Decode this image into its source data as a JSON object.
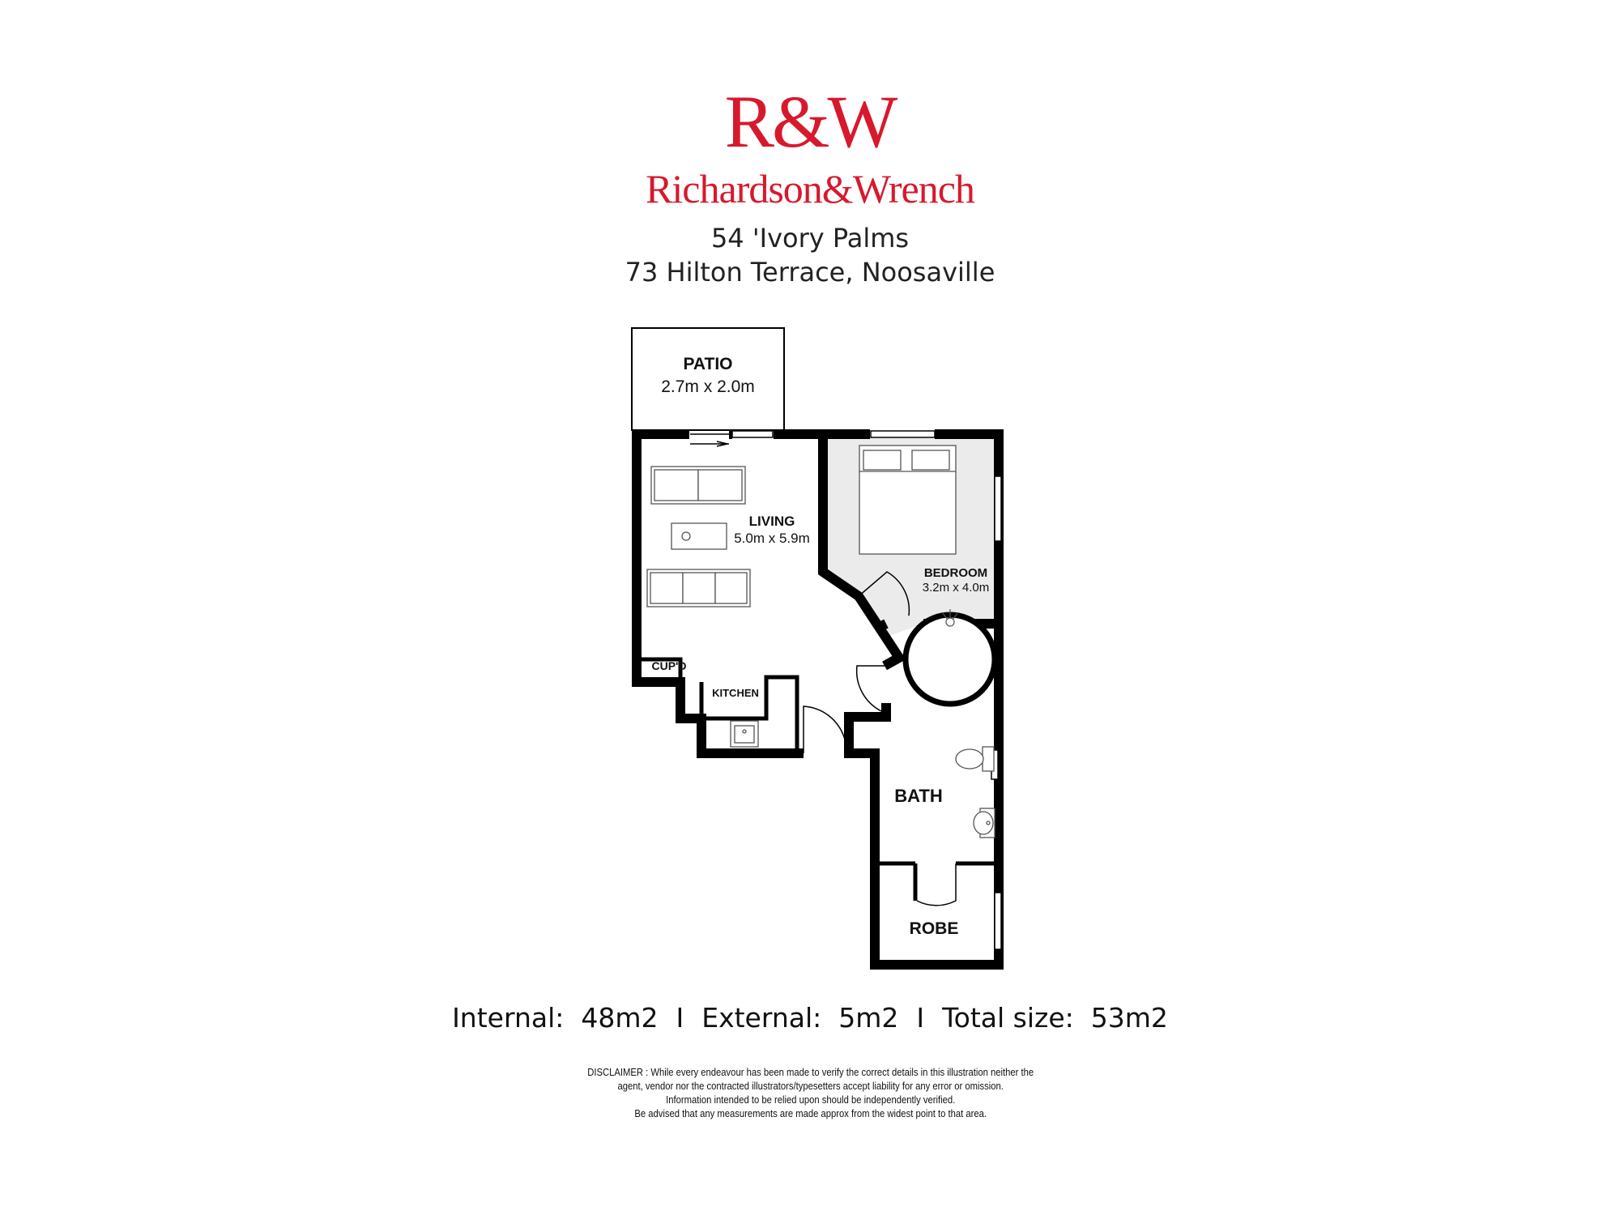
{
  "brand": {
    "mark": "R&W",
    "name": "Richardson&Wrench",
    "color": "#d7192d"
  },
  "address": {
    "line1": "54 'Ivory Palms",
    "line2": "73 Hilton Terrace, Noosaville"
  },
  "rooms": {
    "patio": {
      "name": "PATIO",
      "dims": "2.7m x 2.0m"
    },
    "living": {
      "name": "LIVING",
      "dims": "5.0m x 5.9m"
    },
    "bedroom": {
      "name": "BEDROOM",
      "dims": "3.2m x 4.0m"
    },
    "cupd": {
      "name": "CUP'D"
    },
    "kitchen": {
      "name": "KITCHEN"
    },
    "bath": {
      "name": "BATH"
    },
    "robe": {
      "name": "ROBE"
    }
  },
  "sizes": {
    "internal": "Internal:  48m2",
    "external": "External:  5m2",
    "total": "Total size:  53m2",
    "separator": "I"
  },
  "disclaimer": {
    "line1": "DISCLAIMER : While every endeavour has been made to verify the correct details in this illustration neither the",
    "line2": "agent, vendor nor the contracted illustrators/typesetters accept liability for any error or omission.",
    "line3": "Information intended to be relied upon should be independently verified.",
    "line4": "Be advised that any measurements are made approx from the widest point to that area."
  },
  "colors": {
    "wall": "#000000",
    "bedroom_fill": "#ebebeb",
    "furniture_stroke": "#555555"
  }
}
